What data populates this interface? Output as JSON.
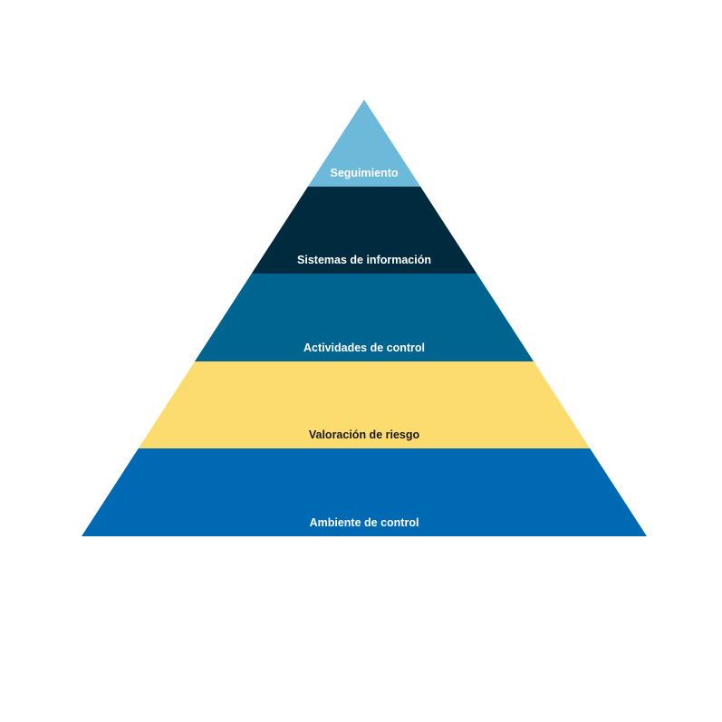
{
  "diagram": {
    "tiers": [
      {
        "label": "Seguimiento",
        "fill": "#6cb9da",
        "text_color": "#ffffff"
      },
      {
        "label": "Sistemas de información",
        "fill": "#002b3f",
        "text_color": "#ffffff"
      },
      {
        "label": "Actividades de control",
        "fill": "#006490",
        "text_color": "#ffffff"
      },
      {
        "label": "Valoración de riesgo",
        "fill": "#fddc6f",
        "text_color": "#1a1a1a"
      },
      {
        "label": "Ambiente de control",
        "fill": "#0069b4",
        "text_color": "#ffffff"
      }
    ]
  }
}
